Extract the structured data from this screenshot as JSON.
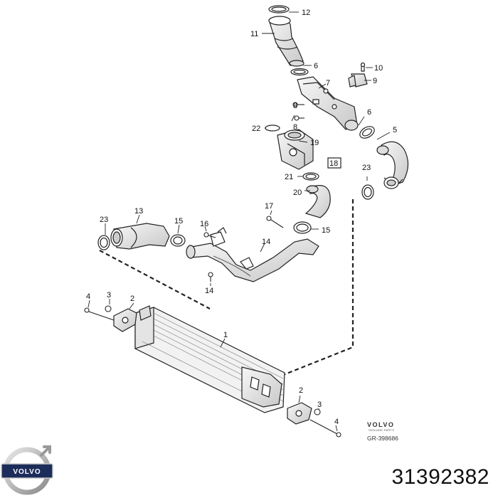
{
  "diagram": {
    "callouts": {
      "c1": "1",
      "c2a": "2",
      "c2b": "2",
      "c3a": "3",
      "c3b": "3",
      "c4a": "4",
      "c4b": "4",
      "c5": "5",
      "c6a": "6",
      "c6b": "6",
      "c7": "7",
      "c8a": "8",
      "c8b": "8",
      "c9": "9",
      "c10": "10",
      "c11": "11",
      "c12": "12",
      "c13": "13",
      "c14a": "14",
      "c14b": "14",
      "c15a": "15",
      "c15b": "15",
      "c16": "16",
      "c17": "17",
      "c18": "18",
      "c19": "19",
      "c20": "20",
      "c21": "21",
      "c22": "22",
      "c23a": "23",
      "c23b": "23"
    },
    "brand_small": "VOLVO",
    "brand_sub": "GENUINE PARTS",
    "gr_code": "GR-398686",
    "logo_text": "VOLVO",
    "part_number": "31392382"
  },
  "colors": {
    "line": "#222222",
    "fill": "#ffffff",
    "shade": "#cfcfcf",
    "logo": "#1c2d5a"
  }
}
